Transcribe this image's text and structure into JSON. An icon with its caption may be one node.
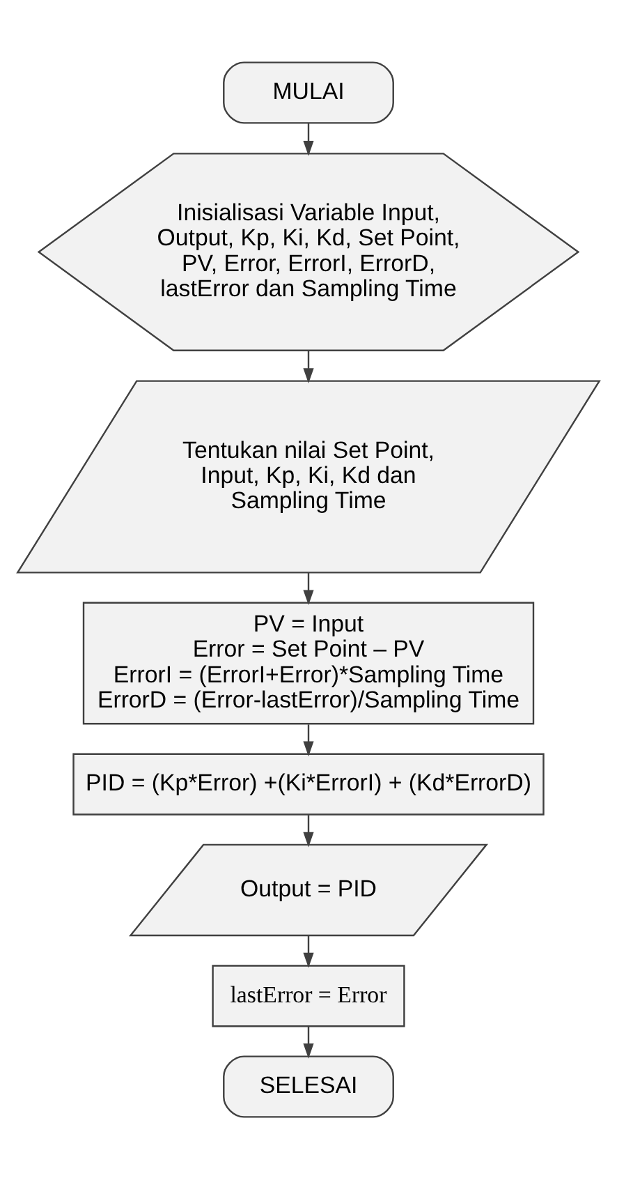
{
  "diagram": {
    "nodes": [
      {
        "text": [
          "MULAI"
        ]
      },
      {
        "text": [
          "Inisialisasi Variable Input, Output, Kp, Ki, Kd, Set Point, PV, Error, ErrorI, ErrorD, lastError dan Sampling Time"
        ]
      },
      {
        "text": [
          "Tentukan nilai Set Point, Input, Kp, Ki, Kd dan Sampling Time"
        ]
      },
      {
        "text": [
          "PV = Input",
          "Error = Set Point – PV",
          "ErrorI = (ErrorI+Error)*Sampling Time",
          "ErrorD = (Error-lastError)/Sampling Time"
        ]
      },
      {
        "text": [
          "PID = (Kp*Error) +(Ki*ErrorI) + (Kd*ErrorD)"
        ]
      },
      {
        "text": [
          "Output = PID"
        ]
      },
      {
        "text": [
          "lastError = Error"
        ]
      },
      {
        "text": [
          "SELESAI"
        ]
      }
    ],
    "edges": [
      {
        "from": 0,
        "to": 1,
        "arrow": "to"
      },
      {
        "from": 1,
        "to": 2,
        "arrow": "to"
      },
      {
        "from": 2,
        "to": 3,
        "arrow": "to"
      },
      {
        "from": 3,
        "to": 4,
        "arrow": "to"
      },
      {
        "from": 4,
        "to": 5,
        "arrow": "to"
      },
      {
        "from": 5,
        "to": 6,
        "arrow": "to"
      },
      {
        "from": 6,
        "to": 7,
        "arrow": "to"
      }
    ]
  }
}
